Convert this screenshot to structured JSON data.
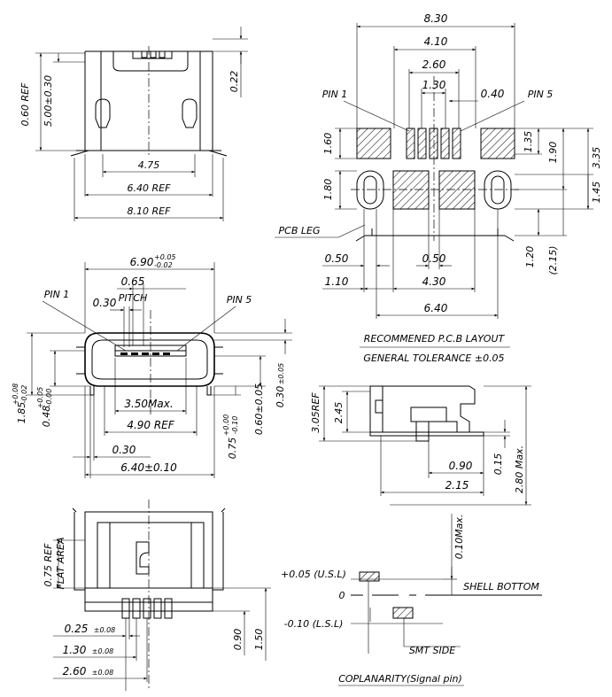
{
  "front_view": {
    "dims": {
      "height_ref": "0.60 REF",
      "height": "5.00±0.30",
      "top_gap": "0.22",
      "w_475": "4.75",
      "w_640ref": "6.40 REF",
      "w_810ref": "8.10 REF"
    }
  },
  "pcb_layout": {
    "dims": {
      "w830": "8.30",
      "w410": "4.10",
      "w260": "2.60",
      "w130": "1.30",
      "w040": "0.40",
      "pin1": "PIN 1",
      "pin5": "PIN 5",
      "h160": "1.60",
      "h135": "1.35",
      "h190": "1.90",
      "h335": "3.35",
      "h180": "1.80",
      "h145": "1.45",
      "pcb_leg": "PCB LEG",
      "w050a": "0.50",
      "w050b": "0.50",
      "w110": "1.10",
      "w430": "4.30",
      "w640": "6.40",
      "h120": "1.20",
      "h215": "(2.15)"
    },
    "caption_1": "RECOMMENED P.C.B LAYOUT",
    "caption_2": "GENERAL TOLERANCE ±0.05"
  },
  "top_view": {
    "dims": {
      "w690": "6.90",
      "w690_tol_plus": "+0.05",
      "w690_tol_minus": "-0.02",
      "w065": "0.65",
      "pitch": "PITCH",
      "pin1": "PIN 1",
      "pin5": "PIN 5",
      "w030a": "0.30",
      "h185": "1.85",
      "h185_tol_plus": "+0.08",
      "h185_tol_minus": "-0.02",
      "h048": "0.48",
      "h048_tol_plus": "+0.05",
      "h048_tol_minus": "-0.00",
      "h060": "0.60±0.05",
      "h030": "0.30",
      "h030_tol": "±0.05",
      "w350": "3.50Max.",
      "w490": "4.90 REF",
      "h075": "0.75",
      "h075_tol_plus": "+0.00",
      "h075_tol_minus": "-0.10",
      "w030b": "0.30",
      "w640": "6.40±0.10"
    }
  },
  "side_view": {
    "dims": {
      "h305": "3.05REF",
      "h245": "2.45",
      "w090": "0.90",
      "h015": "0.15",
      "w215": "2.15",
      "h280": "2.80 Max."
    }
  },
  "bottom_view": {
    "dims": {
      "flat_1": "0.75 REF",
      "flat_2": "FLAT AREA",
      "w025": "0.25",
      "w025_tol": "±0.08",
      "w130": "1.30",
      "w130_tol": "±0.08",
      "w260": "2.60",
      "w260_tol": "±0.08",
      "h090": "0.90",
      "h150": "1.50"
    }
  },
  "coplanarity": {
    "usl": "+0.05 (U.S.L)",
    "zero": "0",
    "lsl": "-0.10 (L.S.L)",
    "max": "0.10Max.",
    "shell_bottom": "SHELL   BOTTOM",
    "smt_side": "SMT SIDE",
    "caption": "COPLANARITY(Signal pin)"
  }
}
